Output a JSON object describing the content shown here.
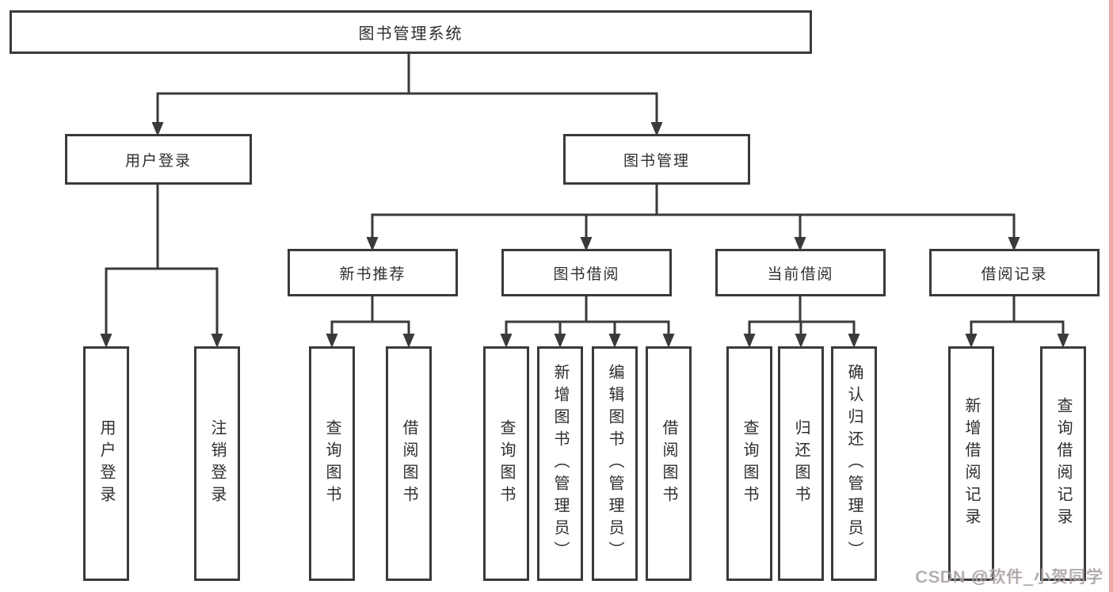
{
  "diagram": {
    "title": "图书管理系统",
    "tree": {
      "root": "图书管理系统",
      "children": [
        {
          "label": "用户登录",
          "children": [
            {
              "label": "用户登录"
            },
            {
              "label": "注销登录"
            }
          ]
        },
        {
          "label": "图书管理",
          "children": [
            {
              "label": "新书推荐",
              "children": [
                {
                  "label": "查询图书"
                },
                {
                  "label": "借阅图书"
                }
              ]
            },
            {
              "label": "图书借阅",
              "children": [
                {
                  "label": "查询图书"
                },
                {
                  "label": "新增图书（管理员）"
                },
                {
                  "label": "编辑图书（管理员）"
                },
                {
                  "label": "借阅图书"
                }
              ]
            },
            {
              "label": "当前借阅",
              "children": [
                {
                  "label": "查询图书"
                },
                {
                  "label": "归还图书"
                },
                {
                  "label": "确认归还（管理员）"
                }
              ]
            },
            {
              "label": "借阅记录",
              "children": [
                {
                  "label": "新增借阅记录"
                },
                {
                  "label": "查询借阅记录"
                }
              ]
            }
          ]
        }
      ]
    }
  },
  "watermark": {
    "text": "CSDN @软件_小贺同学"
  },
  "colors": {
    "line": "#3a3a3a",
    "box_border": "#3a3a3a",
    "box_fill": "#ffffff",
    "text": "#2e2e2e",
    "watermark": "#a2a2a2",
    "right_strip": "#f0a8a8",
    "background": "#ffffff"
  }
}
